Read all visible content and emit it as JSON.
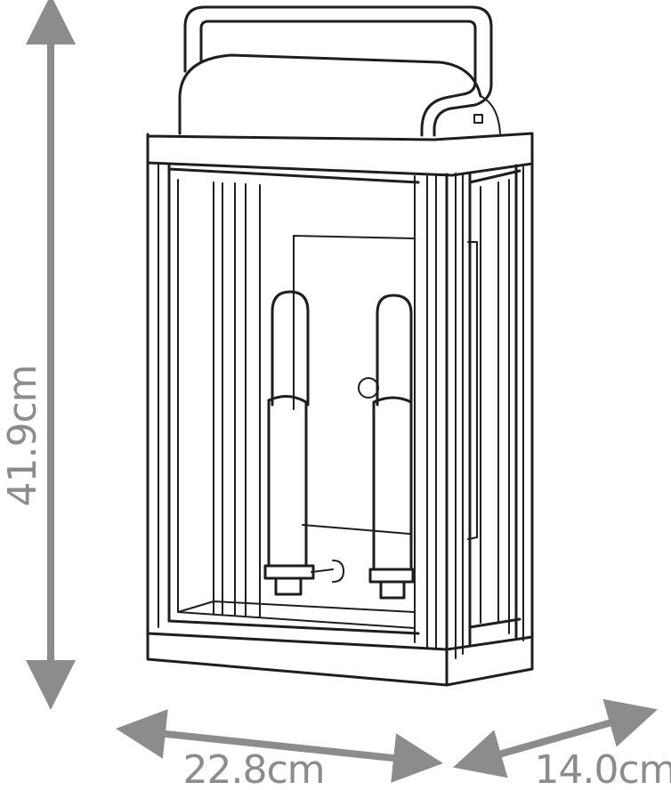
{
  "dimensions": {
    "height_label": "41.9cm",
    "width_label": "22.8cm",
    "depth_label": "14.0cm"
  },
  "colors": {
    "dimension_gray": "#8c8c8c",
    "line_art": "#1e1e1e",
    "background": "#ffffff"
  }
}
